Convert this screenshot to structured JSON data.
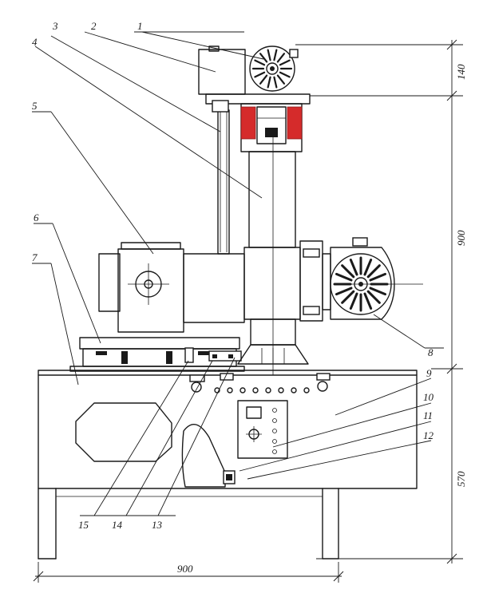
{
  "callouts": {
    "c1": "1",
    "c2": "2",
    "c3": "3",
    "c4": "4",
    "c5": "5",
    "c6": "6",
    "c7": "7",
    "c8": "8",
    "c9": "9",
    "c10": "10",
    "c11": "11",
    "c12": "12",
    "c13": "13",
    "c14": "14",
    "c15": "15"
  },
  "dimensions": {
    "top_height": "140",
    "column_height": "900",
    "base_height": "570",
    "base_width": "900"
  }
}
